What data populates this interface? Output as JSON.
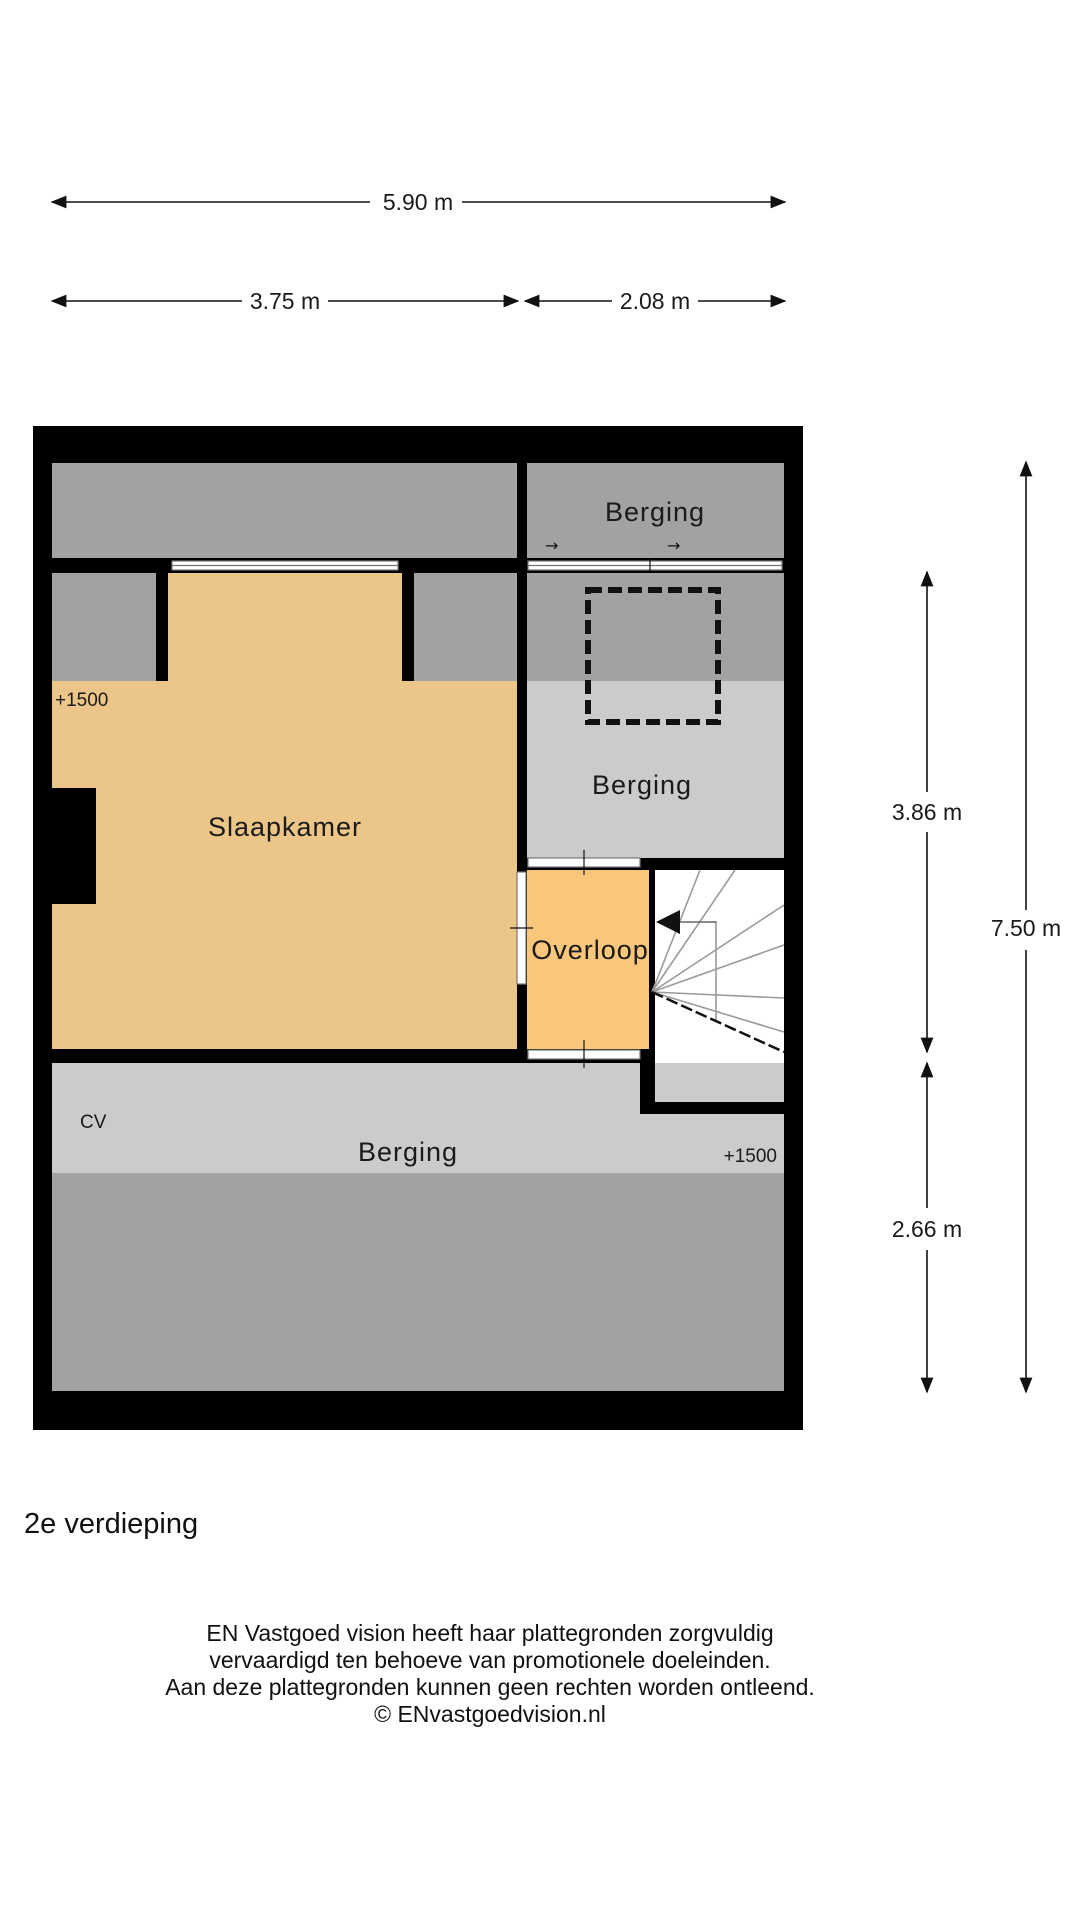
{
  "floor_title": "2e verdieping",
  "dimensions": {
    "total_width": "5.90 m",
    "left_width": "3.75 m",
    "right_width": "2.08 m",
    "right_upper_height": "3.86 m",
    "right_lower_height": "2.66 m",
    "total_height": "7.50 m"
  },
  "rooms": {
    "berging_top": "Berging",
    "berging_mid": "Berging",
    "slaapkamer": "Slaapkamer",
    "overloop": "Overloop",
    "berging_bottom": "Berging"
  },
  "annotations": {
    "level_left": "+1500",
    "level_right": "+1500",
    "cv": "CV"
  },
  "disclaimer": [
    "EN Vastgoed vision heeft haar plattegronden zorgvuldig",
    "vervaardigd ten behoeve van promotionele doeleinden.",
    "Aan deze plattegronden kunnen geen rechten worden ontleend.",
    "© ENvastgoedvision.nl"
  ],
  "colors": {
    "wall": "#000000",
    "low_ceiling": "#a2a2a2",
    "storage": "#cbcbcb",
    "bedroom": "#ecc588",
    "landing": "#f9c67c",
    "stairs": "#ffffff"
  }
}
